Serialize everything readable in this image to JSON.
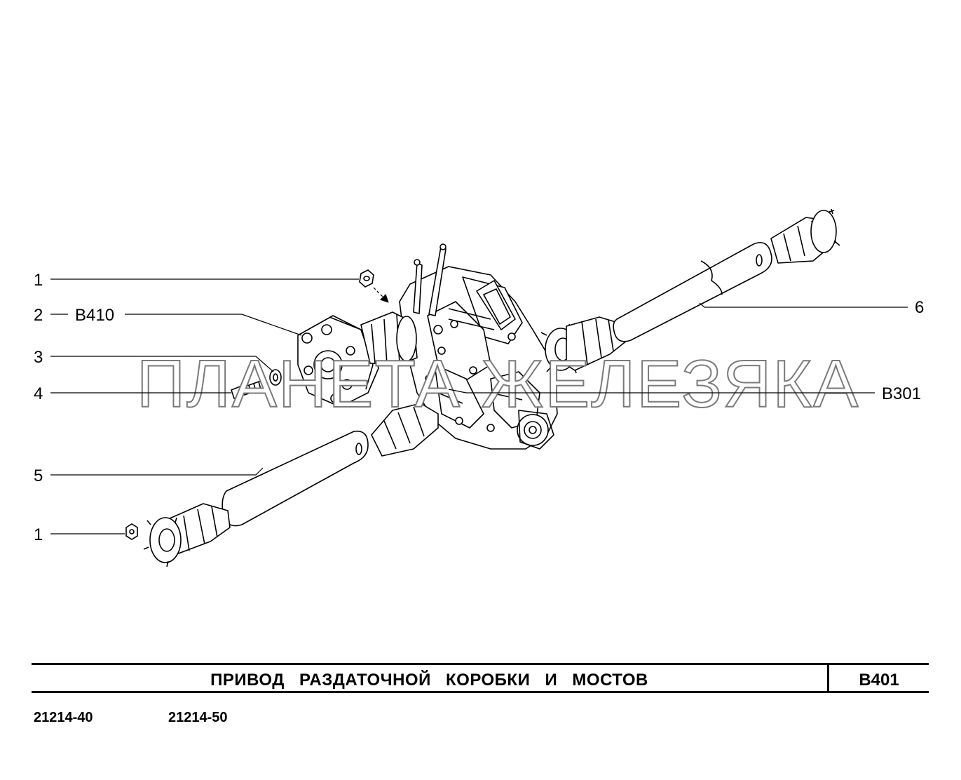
{
  "callouts": {
    "c1_top": "1",
    "c2": "2",
    "c2_ref": "B410",
    "c3": "3",
    "c4": "4",
    "c5": "5",
    "c1_bottom": "1",
    "c6": "6",
    "ref_right": "B301"
  },
  "watermark": "ПЛАНЕТА ЖЕЛЕЗЯКА",
  "title": {
    "text": "ПРИВОД РАЗДАТОЧНОЙ КОРОБКИ И МОСТОВ",
    "code": "B401"
  },
  "models": [
    "21214-40",
    "21214-50"
  ]
}
